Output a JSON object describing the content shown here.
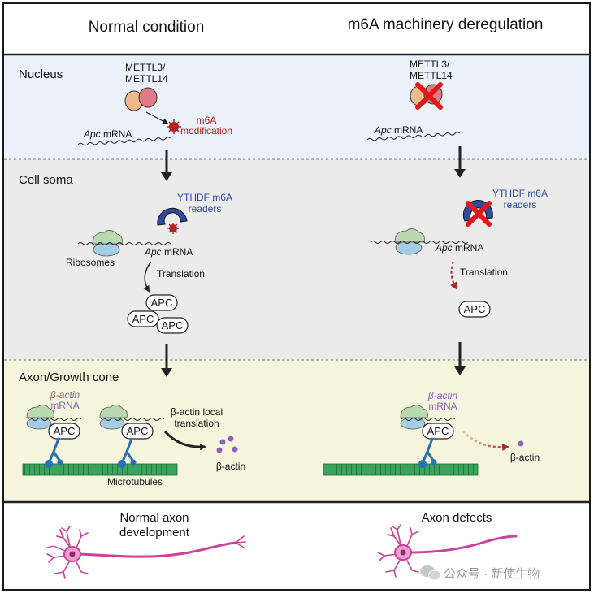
{
  "headers": {
    "left": "Normal condition",
    "right": "m6A machinery deregulation"
  },
  "nucleus": {
    "label": "Nucleus",
    "enzyme_left": [
      "METTL3/",
      "METTL14"
    ],
    "enzyme_right": [
      "METTL3/",
      "METTL14"
    ],
    "modification": [
      "m6A",
      "modification"
    ],
    "apc_mrna_italic": "Apc",
    "apc_mrna_rest": " mRNA"
  },
  "soma": {
    "label": "Cell soma",
    "reader_left": [
      "YTHDF m6A",
      "readers"
    ],
    "reader_right": [
      "YTHDF m6A",
      "readers"
    ],
    "apc_mrna_italic": "Apc",
    "apc_mrna_rest": " mRNA",
    "ribosomes": "Ribosomes",
    "translation": "Translation",
    "apc": "APC"
  },
  "axon": {
    "label": "Axon/Growth cone",
    "beta_actin_mrna": [
      "β-actin",
      "mRNA"
    ],
    "local_translation": [
      "β-actin local",
      "translation"
    ],
    "beta_actin": "β-actin",
    "microtubules": "Microtubules",
    "apc": "APC"
  },
  "outcomes": {
    "left": [
      "Normal axon",
      "development"
    ],
    "right": "Axon defects"
  },
  "watermark": "公众号 · 新使生物",
  "colors": {
    "nucleus_bg": "#eaf1fa",
    "soma_bg": "#ebebeb",
    "axon_bg": "#f4f5dc",
    "modification_red": "#b22222",
    "reader_blue": "#2e4a9c",
    "apc_purple": "#8e62b8",
    "neuron_pink": "#c9439b",
    "microtubule_green": "#3aa35c"
  }
}
